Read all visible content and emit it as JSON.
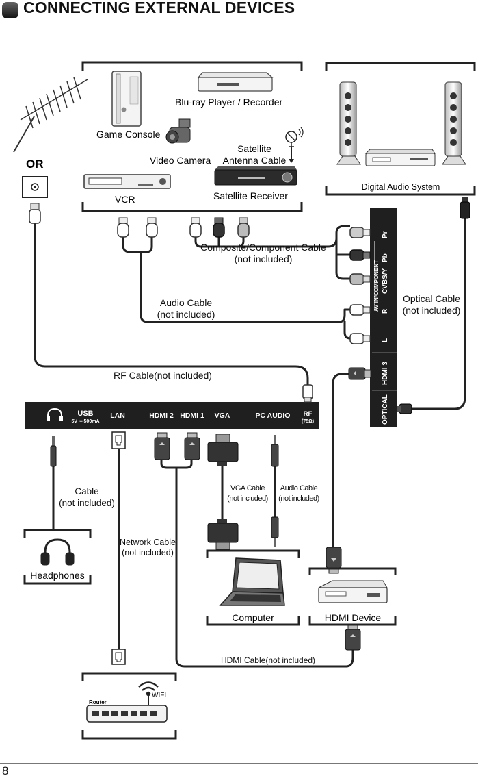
{
  "header": {
    "title": "CONNECTING EXTERNAL DEVICES"
  },
  "footer": {
    "page_number": "8"
  },
  "antenna": {
    "or_label": "OR"
  },
  "source_devices": {
    "bluray": "Blu-ray Player / Recorder",
    "game_console": "Game Console",
    "video_camera": "Video Camera",
    "satellite_cable_line1": "Satellite",
    "satellite_cable_line2": "Antenna Cable",
    "vcr": "VCR",
    "satellite_receiver": "Satellite Receiver"
  },
  "audio_system": {
    "label": "Digital Audio System"
  },
  "side_panel": {
    "ports": [
      "Pr",
      "Pb",
      "CVBS/Y",
      "R",
      "L",
      "HDMI 3",
      "OPTICAL"
    ],
    "group_label": "AV IN/COMPONENT"
  },
  "cables": {
    "composite_line1": "Composite/Component Cable",
    "composite_line2": "(not included)",
    "audio_line1": "Audio Cable",
    "audio_line2": "(not included)",
    "optical_line1": "Optical Cable",
    "optical_line2": "(not included)",
    "rf": "RF Cable(not included)",
    "headphone_line1": "Cable",
    "headphone_line2": "(not included)",
    "network_line1": "Network Cable",
    "network_line2": "(not included)",
    "vga_line1": "VGA Cable",
    "vga_line2": "(not included)",
    "pcaudio_line1": "Audio  Cable",
    "pcaudio_line2": "(not included)",
    "hdmi": "HDMI Cable(not included)"
  },
  "back_panel": {
    "usb_label": "USB",
    "usb_sub": "5V ⎓ 500mA",
    "lan": "LAN",
    "hdmi2": "HDMI 2",
    "hdmi1": "HDMI 1",
    "vga": "VGA",
    "pc_audio": "PC AUDIO",
    "rf": "RF",
    "rf_sub": "(75Ω)"
  },
  "bottom_devices": {
    "headphones": "Headphones",
    "computer": "Computer",
    "hdmi_device": "HDMI Device",
    "router": "Router",
    "wifi": "WIFI"
  }
}
